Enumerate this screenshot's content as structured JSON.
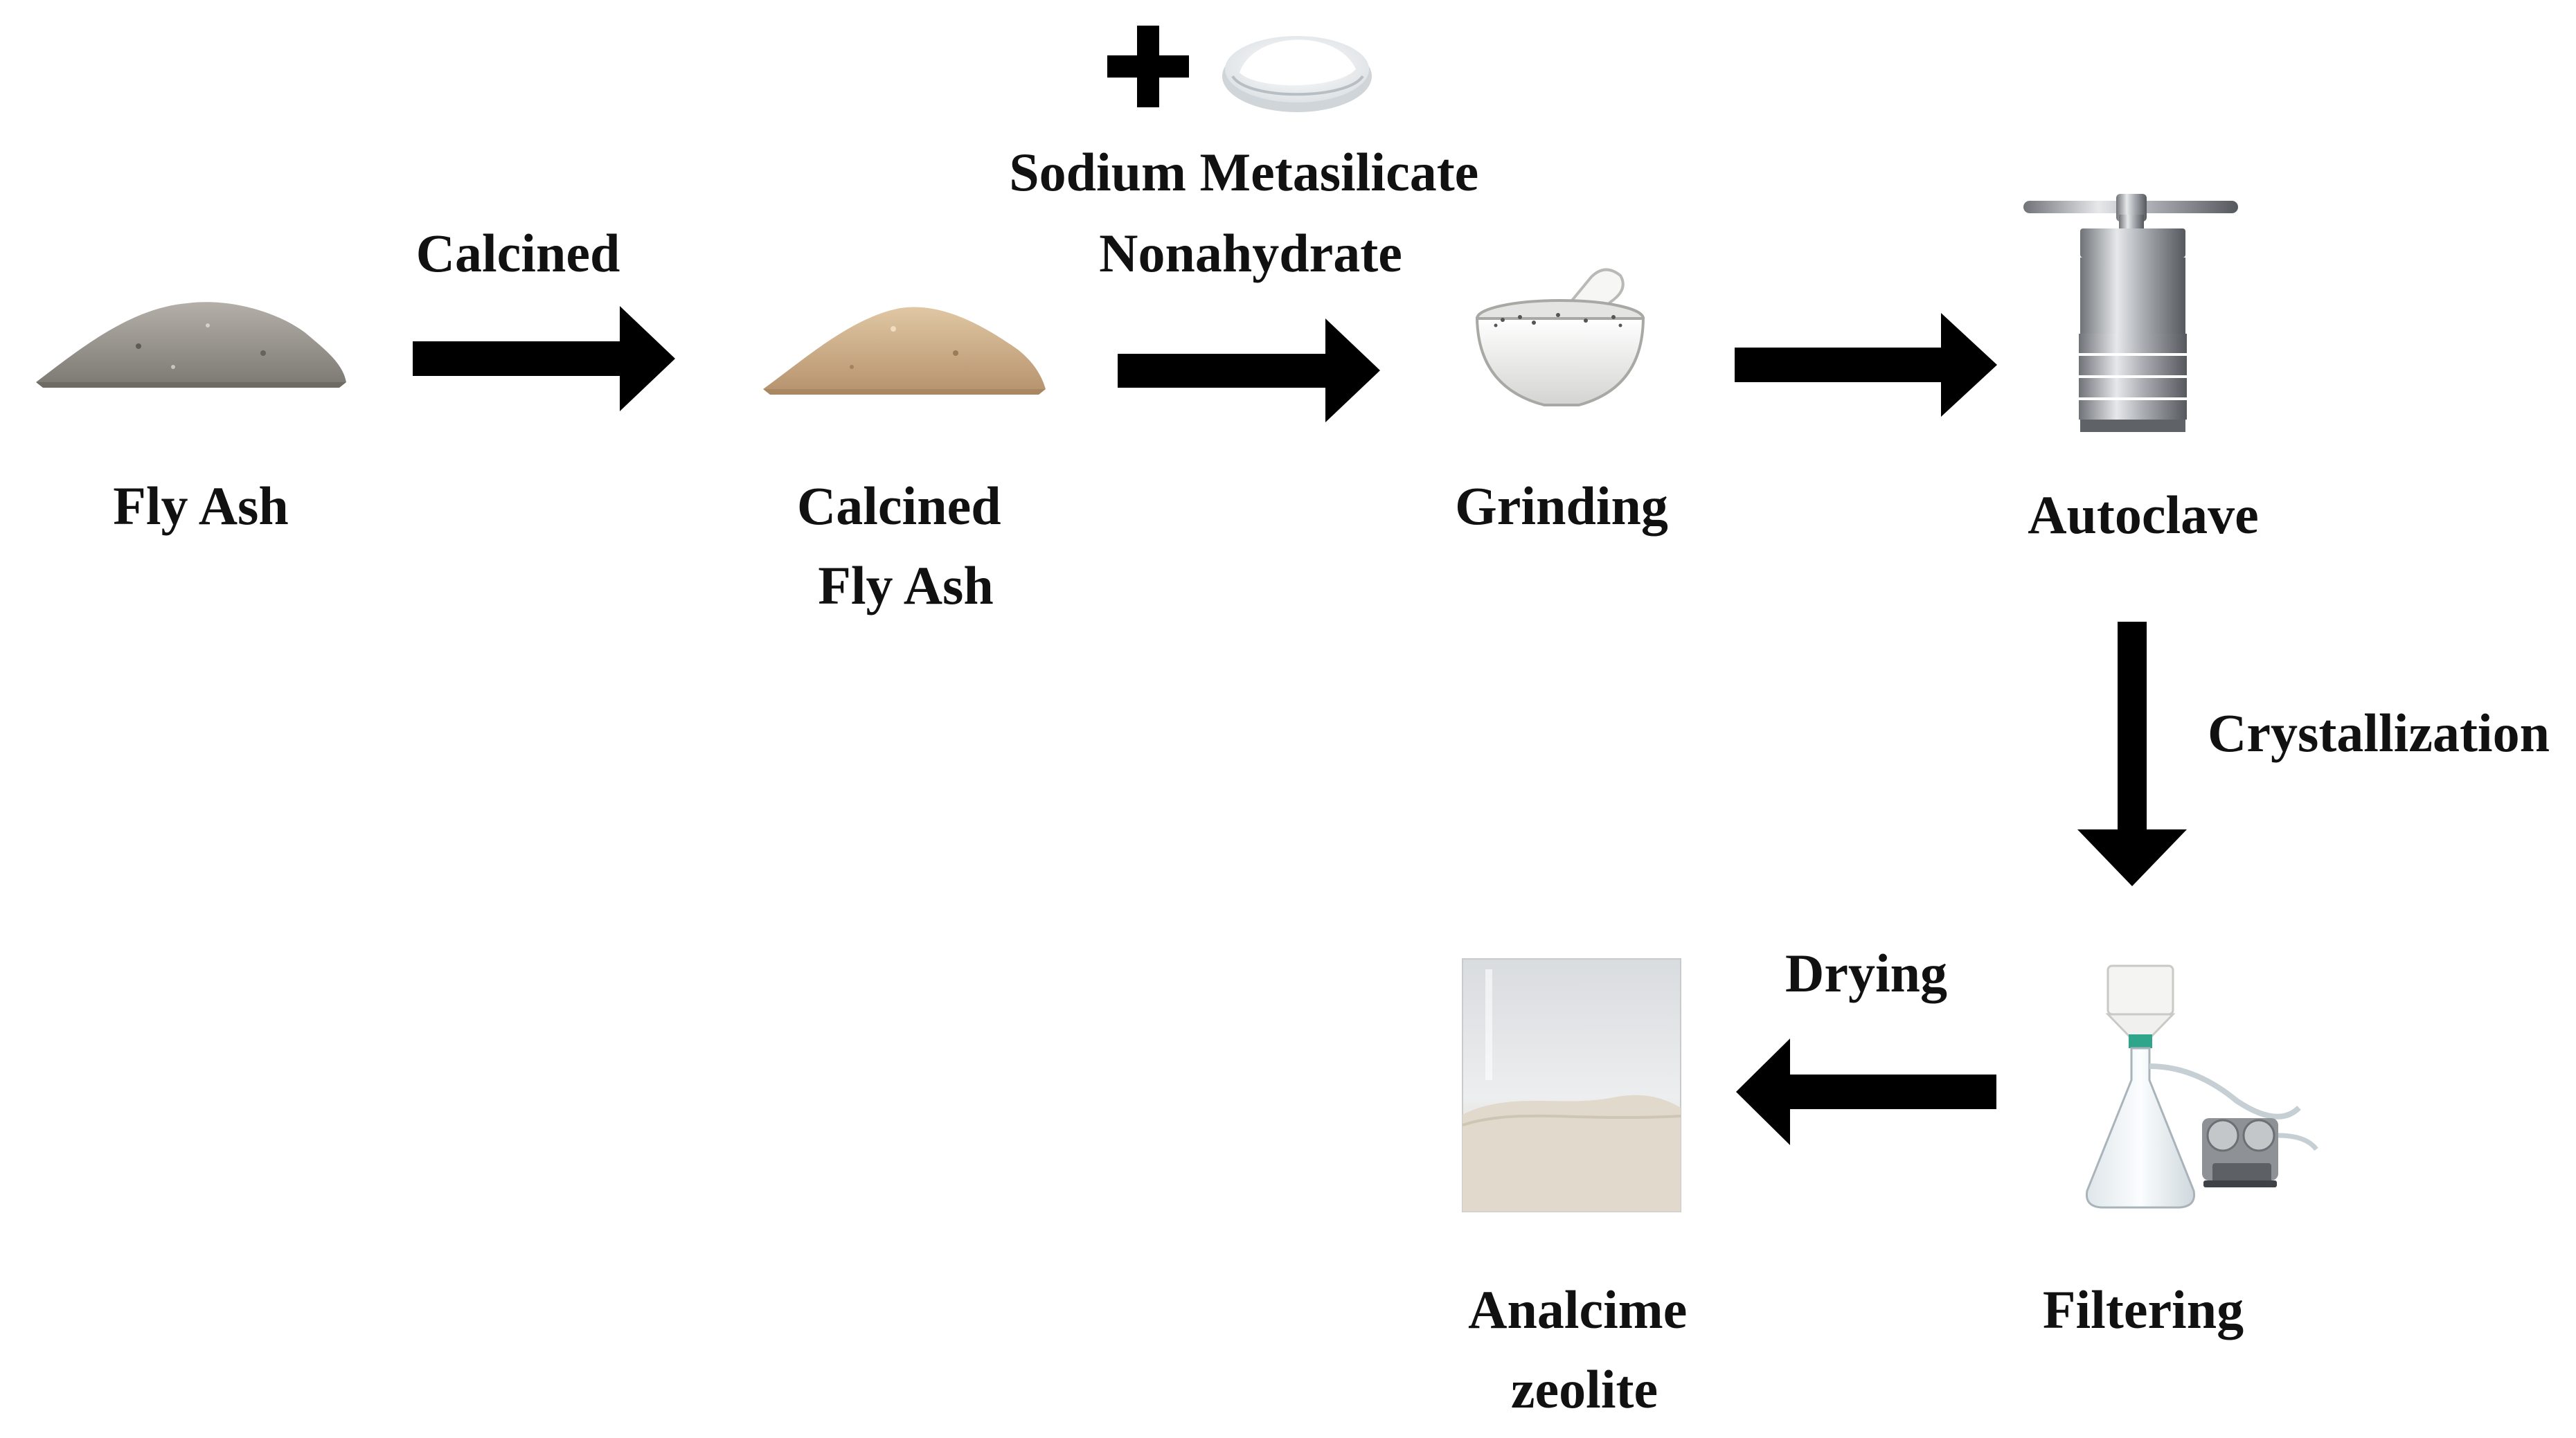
{
  "nodes": {
    "fly_ash": {
      "lines": [
        "Fly Ash"
      ]
    },
    "calcined_fly_ash": {
      "lines": [
        "Calcined",
        "Fly Ash"
      ]
    },
    "grinding": {
      "lines": [
        "Grinding"
      ]
    },
    "autoclave": {
      "lines": [
        "Autoclave"
      ]
    },
    "filtering": {
      "lines": [
        "Filtering"
      ]
    },
    "analcime_zeolite": {
      "lines": [
        "Analcime",
        "zeolite"
      ]
    }
  },
  "edges": {
    "calcined": {
      "label": "Calcined"
    },
    "drying": {
      "label": "Drying"
    },
    "crystallization": {
      "label": "Crystallization"
    }
  },
  "additive": {
    "plus": "+",
    "lines": [
      "Sodium Metasilicate",
      "Nonahydrate"
    ]
  },
  "colors": {
    "arrow": "#000000",
    "text": "#111111",
    "fly_ash": "#9a968f",
    "calcined_fly_ash": "#cdb08c",
    "steel": "#b9bcc0",
    "ceramic": "#f2f2f0",
    "zeolite": "#e3ddd2"
  }
}
